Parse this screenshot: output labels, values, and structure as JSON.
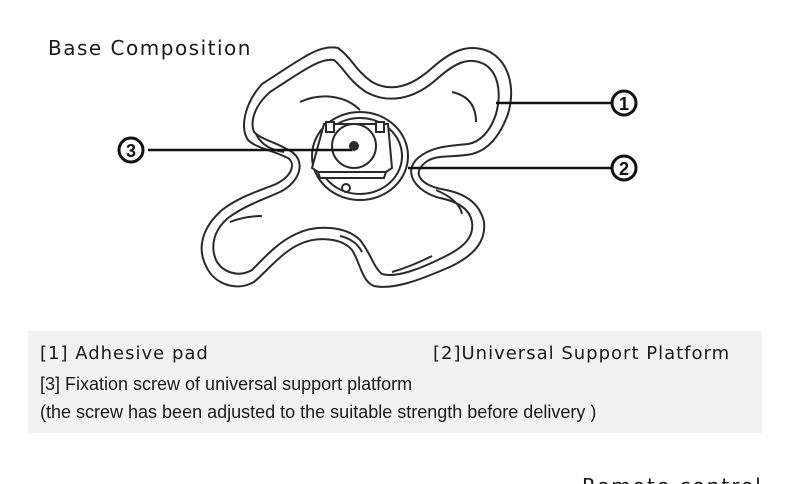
{
  "title": "Base Composition",
  "callouts": {
    "c1": "1",
    "c2": "2",
    "c3": "3"
  },
  "legend": {
    "item1": "[1] Adhesive pad",
    "item2": "[2]Universal Support Platform",
    "item3": "[3] Fixation screw of universal support platform",
    "note": "(the screw has been adjusted to the suitable strength before delivery )"
  },
  "cutoff_text": "Remote control"
}
